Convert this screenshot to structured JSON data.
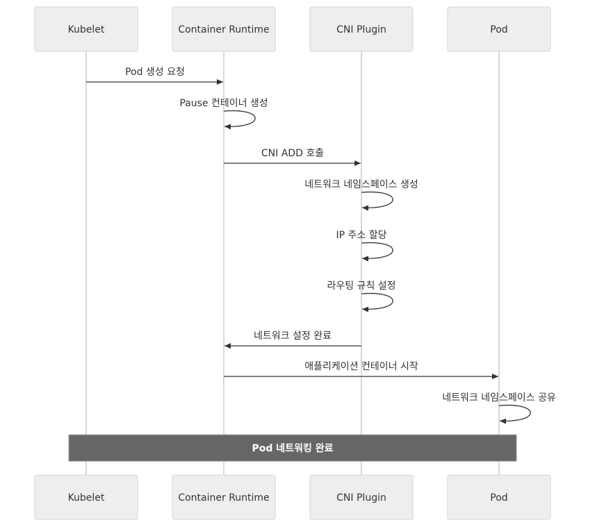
{
  "participants": [
    "Kubelet",
    "Container Runtime",
    "CNI Plugin",
    "Pod"
  ],
  "messages": [
    {
      "from": 0,
      "to": 1,
      "text": "Pod 생성 요청"
    },
    {
      "from": 1,
      "to": 1,
      "text": "Pause 컨테이너 생성"
    },
    {
      "from": 1,
      "to": 2,
      "text": "CNI ADD 호출"
    },
    {
      "from": 2,
      "to": 2,
      "text": "네트워크 네임스페이스 생성"
    },
    {
      "from": 2,
      "to": 2,
      "text": "IP 주소 할당"
    },
    {
      "from": 2,
      "to": 2,
      "text": "라우팅 규칙 설정"
    },
    {
      "from": 2,
      "to": 1,
      "text": "네트워크 설정 완료"
    },
    {
      "from": 1,
      "to": 3,
      "text": "애플리케이션 컨테이너 시작"
    },
    {
      "from": 3,
      "to": 3,
      "text": "네트워크 네임스페이스 공유"
    }
  ],
  "note": {
    "text": "Pod 네트워킹 완료",
    "over": [
      0,
      3
    ]
  },
  "colors": {
    "actor_fill": "#eeeeee",
    "actor_border": "#d5d5d5",
    "lifeline": "#cccccc",
    "arrow": "#333333",
    "note_fill": "#666666",
    "note_text": "#ffffff"
  }
}
